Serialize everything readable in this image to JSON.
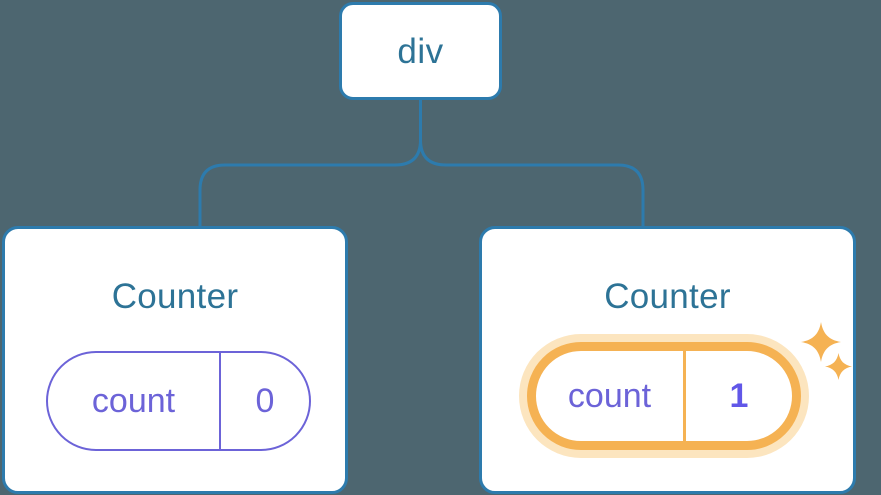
{
  "diagram": {
    "title": "React component tree with highlighted state update",
    "background_color": "#4d6670",
    "edge_color": "#2d7bad"
  },
  "root": {
    "label": "div",
    "border_color": "#2d7bad",
    "text_color": "#2d7396"
  },
  "children": [
    {
      "title": "Counter",
      "state": {
        "key": "count",
        "value": "0"
      },
      "highlighted": false,
      "pill_color": "#6c63d8",
      "title_color": "#2d7396"
    },
    {
      "title": "Counter",
      "state": {
        "key": "count",
        "value": "1"
      },
      "highlighted": true,
      "pill_color": "#f5b253",
      "pill_glow_color": "#fbe0b4",
      "value_color": "#6157e8",
      "title_color": "#2d7396",
      "sparkles": [
        {
          "name": "sparkle-large",
          "color": "#f5b253"
        },
        {
          "name": "sparkle-small",
          "color": "#f5b253"
        }
      ]
    }
  ]
}
